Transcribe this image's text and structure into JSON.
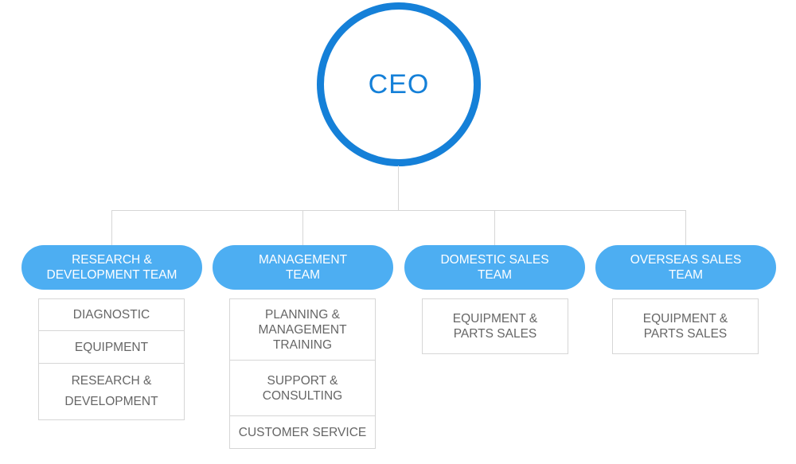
{
  "ceo": {
    "label": "CEO"
  },
  "colors": {
    "ceo_ring": "#1580d8",
    "team_fill": "#4daef2",
    "connector": "#d6d6d6",
    "unit_text": "#666666"
  },
  "teams": [
    {
      "label": "RESEARCH &\nDEVELOPMENT TEAM",
      "units": [
        "DIAGNOSTIC",
        "EQUIPMENT",
        "RESEARCH &\nDEVELOPMENT"
      ]
    },
    {
      "label": "MANAGEMENT\nTEAM",
      "units": [
        "PLANNING &\nMANAGEMENT\nTRAINING",
        "SUPPORT &\nCONSULTING",
        "CUSTOMER SERVICE"
      ]
    },
    {
      "label": "DOMESTIC SALES\nTEAM",
      "units": [
        "EQUIPMENT &\nPARTS SALES"
      ]
    },
    {
      "label": "OVERSEAS SALES\nTEAM",
      "units": [
        "EQUIPMENT &\nPARTS SALES"
      ]
    }
  ]
}
